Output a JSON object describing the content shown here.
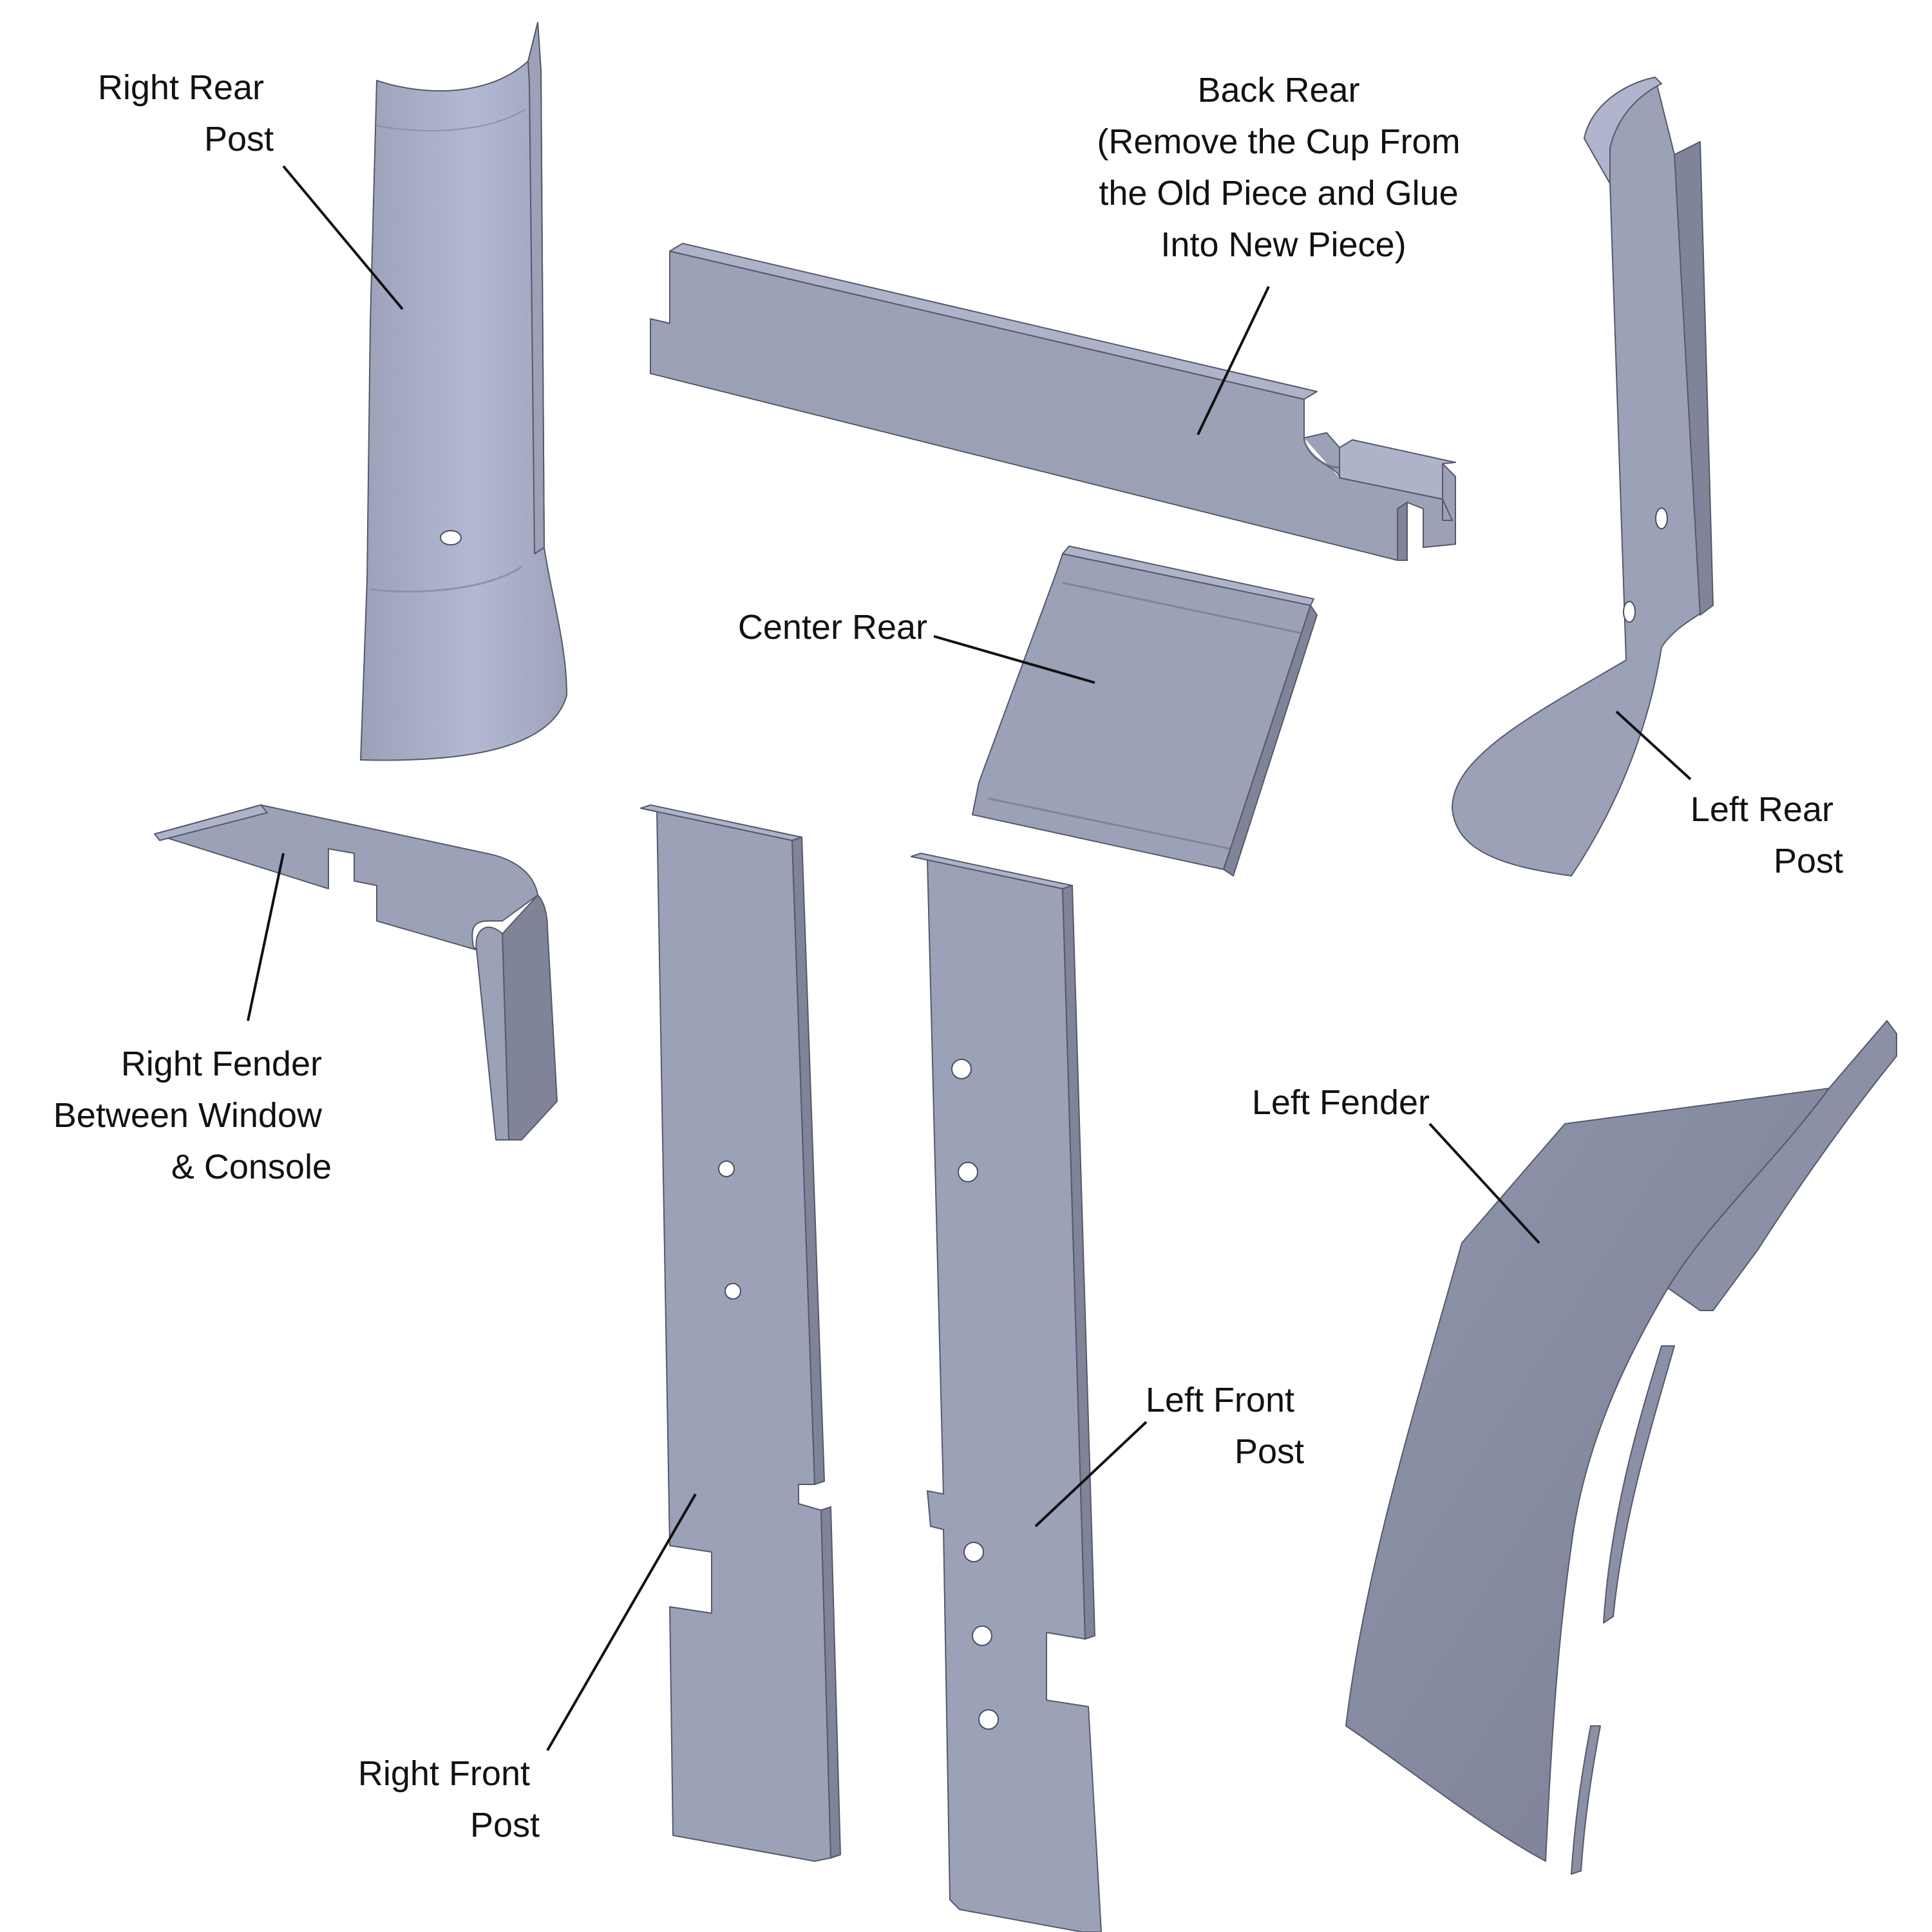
{
  "parts": [
    {
      "id": "right-rear-post",
      "lines": [
        "Right Rear",
        "Post"
      ]
    },
    {
      "id": "back-rear",
      "lines": [
        "Back Rear",
        "(Remove the Cup From",
        "the Old Piece and Glue",
        "Into New Piece)"
      ]
    },
    {
      "id": "left-rear-post",
      "lines": [
        "Left Rear",
        "Post"
      ]
    },
    {
      "id": "center-rear",
      "lines": [
        "Center Rear"
      ]
    },
    {
      "id": "right-fender",
      "lines": [
        "Right Fender",
        "Between Window",
        "& Console"
      ]
    },
    {
      "id": "left-fender",
      "lines": [
        "Left Fender"
      ]
    },
    {
      "id": "left-front-post",
      "lines": [
        "Left Front",
        "Post"
      ]
    },
    {
      "id": "right-front-post",
      "lines": [
        "Right Front",
        "Post"
      ]
    }
  ],
  "colors": {
    "part_face": "#9ba1b7",
    "part_side": "#7f8498",
    "part_dark": "#6a6f83",
    "part_light": "#b7bcd4",
    "leader_line": "#111111",
    "label_text": "#111111"
  }
}
